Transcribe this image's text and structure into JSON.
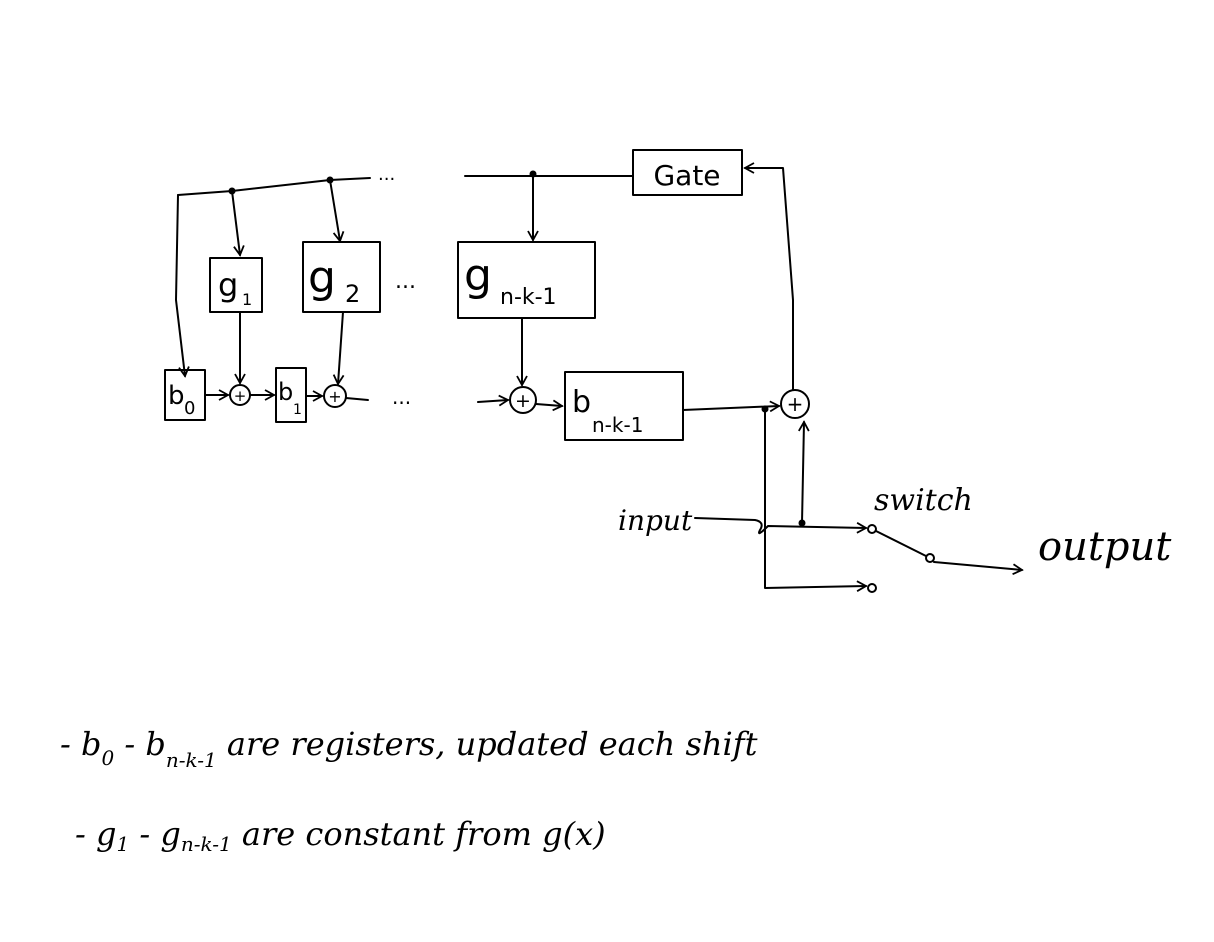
{
  "diagram": {
    "gate_label": "Gate",
    "g_blocks": [
      {
        "main": "g",
        "sub": "1"
      },
      {
        "main": "g",
        "sub": "2"
      },
      {
        "main": "g",
        "sub": "n-k-1"
      }
    ],
    "b_registers": [
      {
        "main": "b",
        "sub": "0"
      },
      {
        "main": "b",
        "sub": "1"
      },
      {
        "main": "b",
        "sub": "n-k-1"
      }
    ],
    "adder_symbol": "+",
    "ellipsis": "...",
    "input_label": "input",
    "switch_label": "switch",
    "output_label": "output",
    "color": "#000000"
  },
  "notes": [
    {
      "prefix": "- b",
      "sub1": "0",
      "mid": " - b",
      "sub2": "n-k-1",
      "text": " are registers, updated each shift"
    },
    {
      "prefix": "- g",
      "sub1": "1",
      "mid": " - g",
      "sub2": "n-k-1",
      "text": " are constant from g(x)"
    }
  ]
}
